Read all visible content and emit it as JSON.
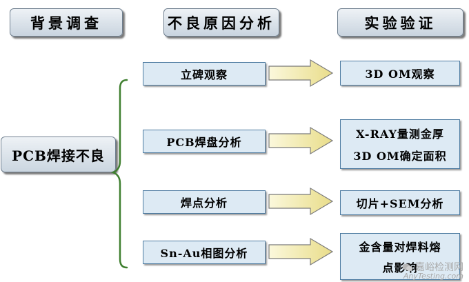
{
  "headers": [
    "背景调查",
    "不良原因分析",
    "实验验证"
  ],
  "main_problem": "PCB焊接不良",
  "rows": [
    {
      "cause": "立碑观察",
      "verify": [
        "3D OM观察"
      ]
    },
    {
      "cause": "PCB焊盘分析",
      "verify": [
        "X-RAY量测金厚",
        "3D OM确定面积"
      ]
    },
    {
      "cause": "焊点分析",
      "verify": [
        "切片+SEM分析"
      ]
    },
    {
      "cause": "Sn-Au相图分析",
      "verify": [
        "金含量对焊料熔",
        "点影响"
      ]
    }
  ],
  "watermark": {
    "cn": "嘉峪检测网",
    "en": "AnyTesting.com"
  },
  "colors": {
    "box_fill": "#ddeaf4",
    "box_border": "#4c7aa0",
    "brace": "#3f7f2f",
    "arrow_fill": "#f5f0b8",
    "arrow_stroke": "#7a7a7a"
  }
}
